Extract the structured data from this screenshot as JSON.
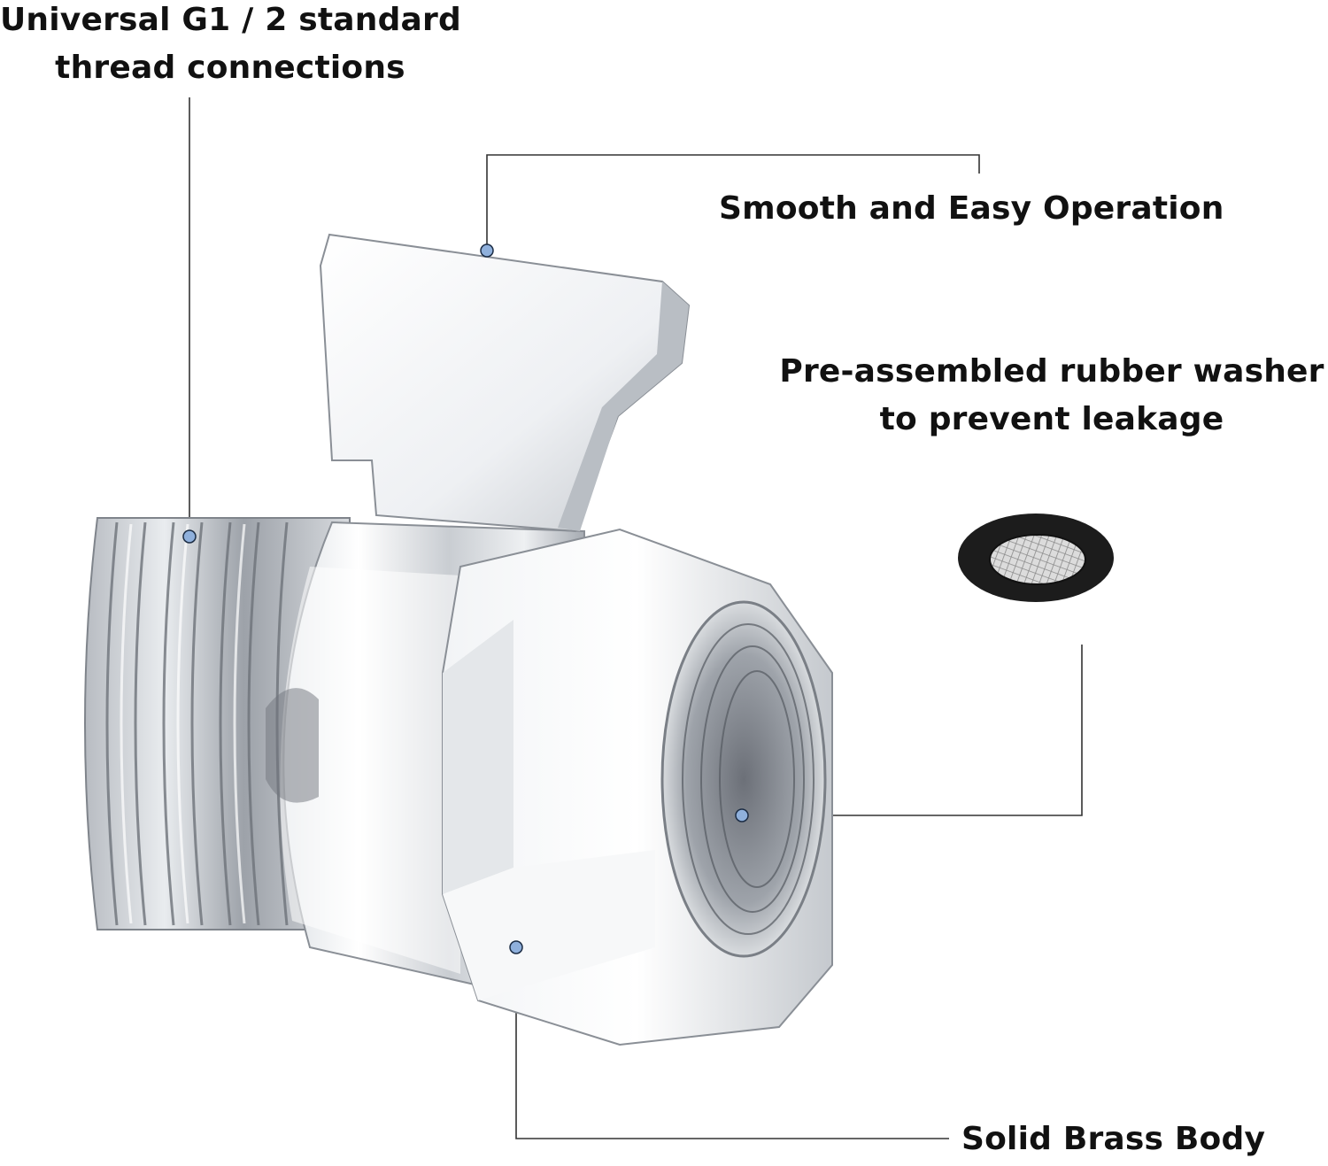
{
  "labels": {
    "thread": [
      "Universal G1 / 2 standard",
      "thread connections"
    ],
    "operation": "Smooth and Easy Operation",
    "washer": [
      "Pre-assembled rubber washer",
      "to prevent leakage"
    ],
    "body": "Solid Brass Body"
  },
  "colors": {
    "text": "#111111",
    "callout_line": "#333333",
    "callout_dot": "#8fb0dc",
    "chrome_light": "#f4f6f8",
    "chrome_dark": "#5d6168",
    "washer_rubber": "#1c1c1c"
  }
}
